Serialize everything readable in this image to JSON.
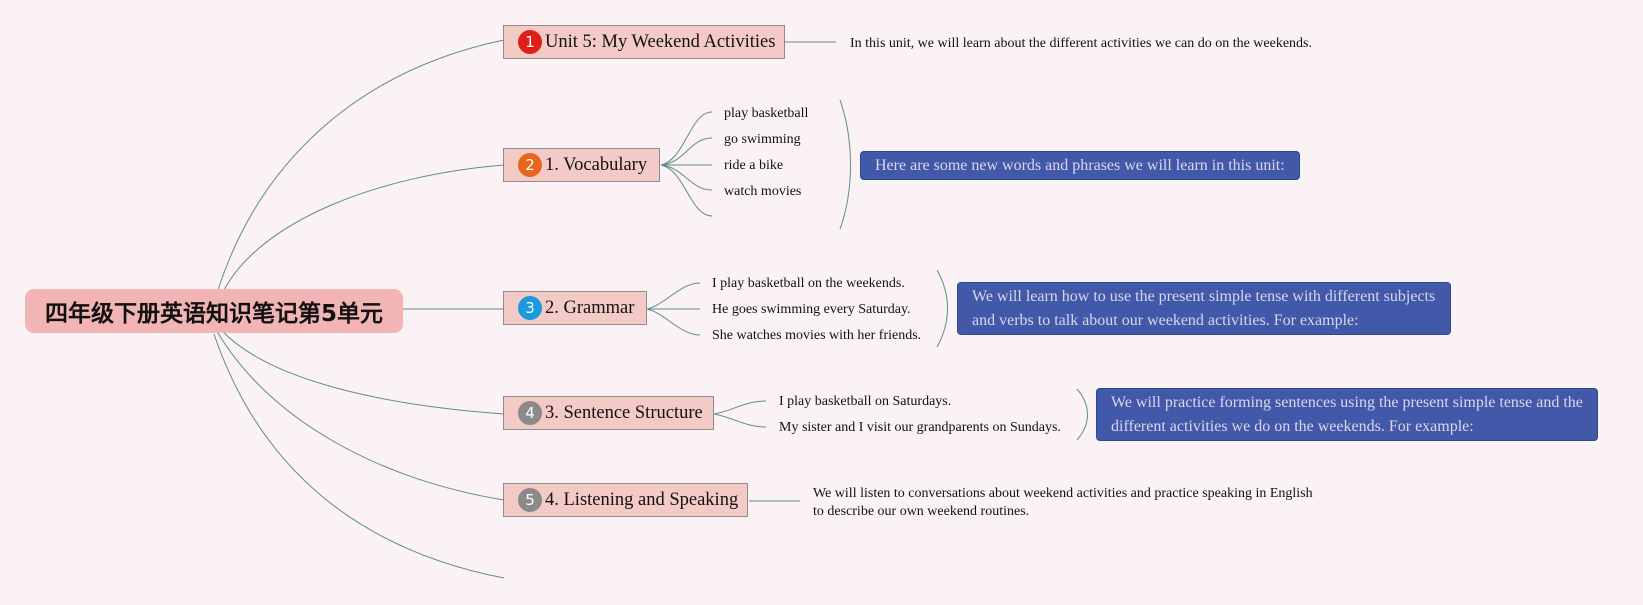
{
  "central_topic": "四年级下册英语知识笔记第5单元",
  "branches": [
    {
      "badge": "1",
      "badge_color": "#dd1f1a",
      "label": "Unit 5: My Weekend Activities",
      "items": [],
      "detail": "In this unit, we will learn about the different activities we can do on the weekends.",
      "note": ""
    },
    {
      "badge": "2",
      "badge_color": "#e8651d",
      "label": "1. Vocabulary",
      "items": [
        "play basketball",
        "go swimming",
        "ride a bike",
        "watch movies"
      ],
      "detail": "",
      "note": "Here are some new words and phrases we will learn in this unit:"
    },
    {
      "badge": "3",
      "badge_color": "#1a9bde",
      "label": "2. Grammar",
      "items": [
        "I play basketball on the weekends.",
        "He goes swimming every Saturday.",
        "She watches movies with her friends."
      ],
      "detail": "",
      "note": "We will learn how to use the present simple tense with different subjects and verbs to talk about our weekend activities. For example:"
    },
    {
      "badge": "4",
      "badge_color": "#8a8a8a",
      "label": "3. Sentence Structure",
      "items": [
        "I play basketball on Saturdays.",
        "My sister and I visit our grandparents on Sundays."
      ],
      "detail": "",
      "note": "We will practice forming sentences using the present simple tense and the different activities we do on the weekends. For example:"
    },
    {
      "badge": "5",
      "badge_color": "#8a8a8a",
      "label": "4. Listening and Speaking",
      "items": [],
      "detail": "We will listen to conversations about weekend activities and practice speaking in English to describe our own weekend routines.",
      "note": ""
    }
  ],
  "colors": {
    "background": "#faf2f4",
    "connector": "#5f8f84",
    "central_fill": "#f2b4b4",
    "topic_fill": "#f4cac6",
    "note_fill": "#4159a8",
    "note_text": "#dcd6ee"
  }
}
